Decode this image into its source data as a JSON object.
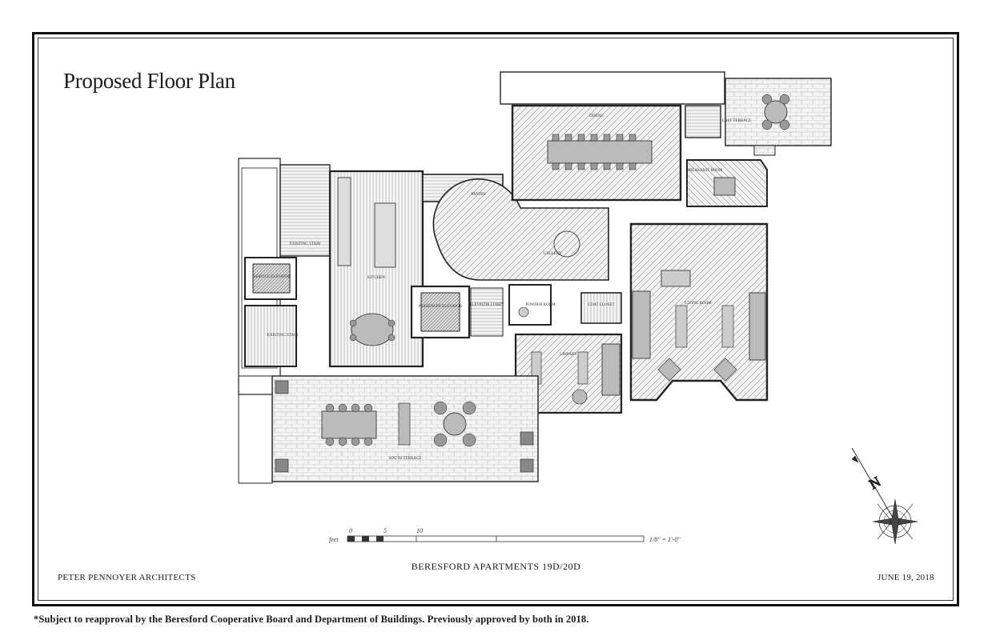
{
  "title": "Proposed Floor Plan",
  "project": "BERESFORD APARTMENTS 19D/20D",
  "architect": "PETER PENNOYER ARCHITECTS",
  "date": "JUNE 19, 2018",
  "footnote": "*Subject to reapproval by the Beresford Cooperative Board and Department of Buildings.  Previously approved by both in 2018.",
  "scale": {
    "unit": "feet",
    "ticks": [
      "0",
      "5",
      "10"
    ],
    "ratio": "1/8\" = 1'-0\""
  },
  "north_label": "N",
  "rooms": {
    "dining": "DINING",
    "east_terrace": "EAST TERRACE",
    "breakfast": "BREAKFAST ROOM",
    "pantry": "PANTRY",
    "existing_stair_top": "EXISTING STAIR",
    "service_elevator": "SERVICE ELEVATOR",
    "existing_stair_bottom": "EXISTING STAIR",
    "kitchen": "KITCHEN",
    "passenger_elevator": "PASSENGER ELEVATOR",
    "elevator_lobby": "ELEVATOR LOBBY",
    "powder_room": "POWDER ROOM",
    "coat_closet": "COAT CLOSET",
    "gallery": "GALLERY",
    "library": "LIBRARY",
    "living": "LIVING ROOM",
    "south_terrace": "SOUTH TERRACE"
  }
}
